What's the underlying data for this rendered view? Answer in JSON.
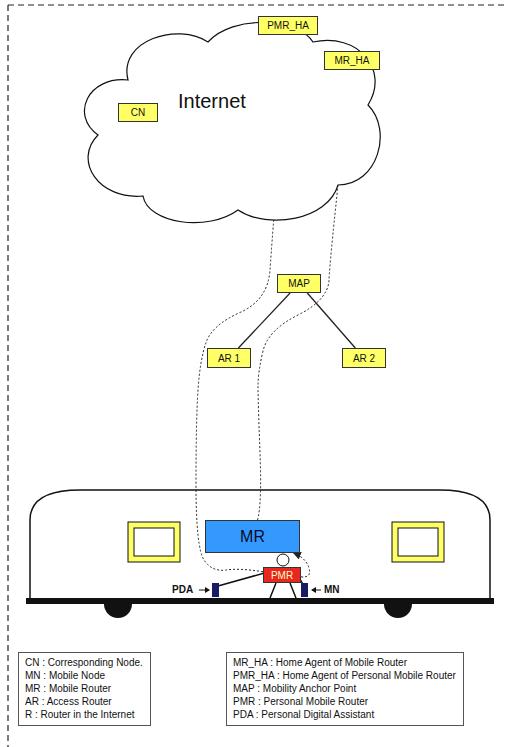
{
  "diagram": {
    "nodes": [
      {
        "text": [
          "Internet"
        ]
      },
      {
        "text": [
          "PMR_HA"
        ],
        "in": 0
      },
      {
        "text": [
          "MR_HA"
        ],
        "in": 0
      },
      {
        "text": [
          "CN"
        ],
        "in": 0
      },
      {
        "text": [
          "MAP"
        ]
      },
      {
        "text": [
          "AR 1"
        ]
      },
      {
        "text": [
          "AR 2"
        ]
      },
      {
        "text": [
          "MR"
        ]
      },
      {
        "text": [
          "PMR"
        ]
      },
      {
        "text": [
          "CN : Corresponding Node.",
          "MN : Mobile Node",
          "MR : Mobile Router",
          "AR : Access Router",
          "R : Router in the Internet"
        ]
      },
      {
        "text": [
          "MR_HA : Home Agent of Mobile Router",
          "PMR_HA : Home Agent of Personal Mobile Router",
          "MAP : Mobility Anchor Point",
          "PMR : Personal Mobile Router",
          "PDA : Personal Digital Assistant"
        ]
      }
    ],
    "edges": [
      {
        "from": 4,
        "to": 5,
        "arrow": "none"
      },
      {
        "from": 4,
        "to": 6,
        "arrow": "none"
      },
      {
        "from": 8,
        "to": 7,
        "arrow": "to"
      },
      {
        "from": 7,
        "to": 2,
        "arrow": "to"
      },
      {
        "from": 8,
        "to": 1,
        "arrow": "to"
      }
    ],
    "labels": [
      "PDA",
      "MN"
    ]
  }
}
